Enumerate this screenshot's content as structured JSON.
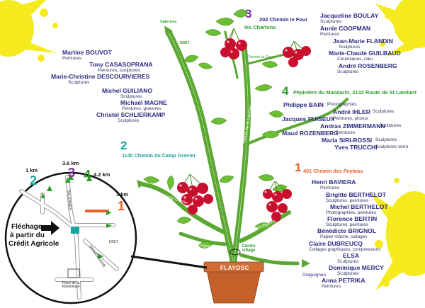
{
  "colors": {
    "accent_green": "#2e9a2e",
    "name_blue": "#2b2b80",
    "sign_orange": "#e8602a",
    "sign_violet": "#7b2c9e",
    "sign_teal": "#1aa3a0",
    "splash_yellow": "#f4ea1e",
    "cherry_red": "#c8102e",
    "pot": "#c4602a"
  },
  "groups": {
    "g3": {
      "num": "3",
      "title": "202 Chemin le Four",
      "subtitle": "les Charlons"
    },
    "g4": {
      "num": "4",
      "title": "Pépinière du Mandarin, 2132 Route de St Lambert"
    },
    "g2": {
      "num": "2",
      "title": "1140 Chemin du Camp Grenier"
    },
    "g1": {
      "num": "1",
      "title": "401 Chemin des Peylons"
    }
  },
  "artists_left": [
    {
      "name": "Martine BOUVOT",
      "role": "Peintures"
    },
    {
      "name": "Tony CASASOPRANA",
      "role": "Peintures, sculptures"
    },
    {
      "name": "Marie-Christine DESCOURVIERES",
      "role": "Sculptures"
    },
    {
      "name": "Michel GUILIANO",
      "role": "Sculptures"
    },
    {
      "name": "Michaël MAGNE",
      "role": "Peintures, gravures"
    },
    {
      "name": "Christel SCHLIERKAMP",
      "role": "Sculptures"
    }
  ],
  "artists_g3": [
    {
      "name": "Jacqueline BOULAY",
      "role": "Sculptures"
    },
    {
      "name": "Annie COOPMAN",
      "role": "Peintures"
    },
    {
      "name": "Jean-Marie FLANDIN",
      "role": "Sculptures"
    },
    {
      "name": "Marie-Claude GUILBAUD",
      "role": "Céramiques, raku"
    },
    {
      "name": "André ROSENBERG",
      "role": "Sculptures"
    }
  ],
  "artists_g4": [
    {
      "name": "Philippe BAIN",
      "role": "Photographies"
    },
    {
      "name": "André IHLER",
      "role": "Sculptures"
    },
    {
      "name": "Jacques PUISEUX",
      "role": "Peintures, photos"
    },
    {
      "name": "Andras ZIMMERMANN",
      "role": "Sculptures"
    },
    {
      "name": "Maud ROZENBERG",
      "role": "Peintures"
    },
    {
      "name": "Maria SIRI-ROSSI",
      "role": "Sculptures"
    },
    {
      "name": "Yves TRUCCHI",
      "role": "Sculptures verre"
    }
  ],
  "artists_g1": [
    {
      "name": "Henri BAVIERA",
      "role": "Peintures"
    },
    {
      "name": "Brigitte BERTHELOT",
      "role": "Sculptures, peintures"
    },
    {
      "name": "Michel BERTHELOT",
      "role": "Photographies, peintures"
    },
    {
      "name": "Florence BERTIN",
      "role": "Sculptures, peintures"
    },
    {
      "name": "Bénédicte BRIGNOL",
      "role": "Papier mâché, collages"
    },
    {
      "name": "Claire DUBREUCQ",
      "role": "Collages graphiques, compressions"
    },
    {
      "name": "ELSA",
      "role": "Sculptures"
    },
    {
      "name": "Dominique MERCY",
      "role": "Sculptures"
    },
    {
      "name": "Anna PETRIKA",
      "role": "Peintures"
    }
  ],
  "roads": {
    "salernes": "Salernes",
    "d557": "D557",
    "route_salernes": "Route de Salernes",
    "route_st_lambert": "Route de St Lambert",
    "chemin_camp": "Chemin du Camp Grenier",
    "chemin_peylons": "Ch. des Peylons",
    "route_lorgues": "Route de Lorgues",
    "chemin_four": "Chemin le Four",
    "centre": "Centre village",
    "draguignan": "Draguignan",
    "flayosc": "FLAYOSC"
  },
  "map": {
    "signs": [
      {
        "num": "2",
        "dist": "1 km"
      },
      {
        "num": "3",
        "dist": "3.6 km"
      },
      {
        "num": "4",
        "dist": "4.2 km"
      },
      {
        "num": "1",
        "dist": "1 km"
      }
    ],
    "fleche_l1": "Fléchage",
    "fleche_l2": "à partir du",
    "fleche_l3": "Crédit Agricole",
    "place": "Place de la République",
    "salernes": "SALERNES",
    "draguignan": "DRAGUIGNAN",
    "d557": "D557"
  }
}
